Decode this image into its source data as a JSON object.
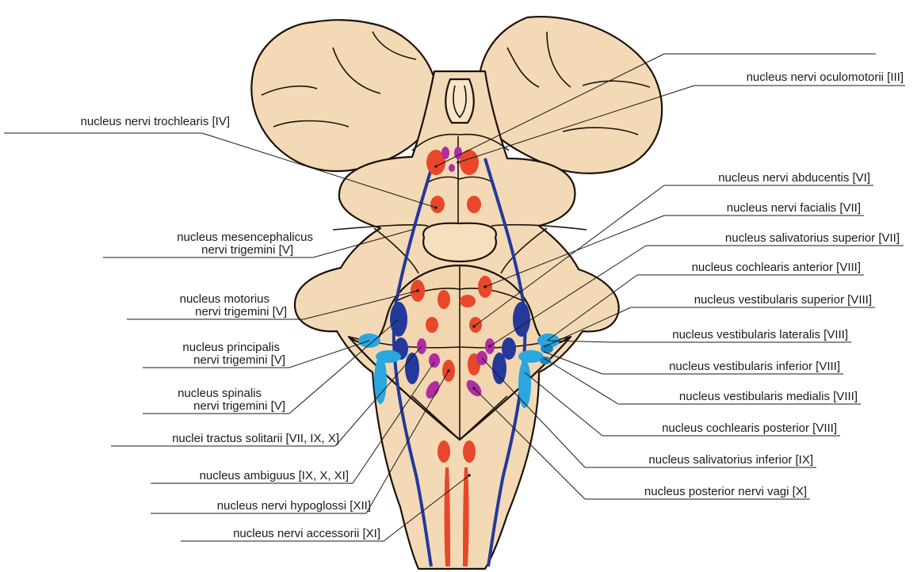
{
  "colors": {
    "tissue": "#f3d9b6",
    "motor_nucleus": "#e8472a",
    "parasympathetic_nucleus": "#b02ca0",
    "somatosensory_nucleus": "#233a9a",
    "vestibulocochlear_nucleus": "#2aa7df",
    "outline": "#1a1208"
  },
  "labels_left": [
    {
      "id": "trochlear",
      "lines": [
        "nucleus nervi trochlearis [IV]"
      ]
    },
    {
      "id": "mesencephalic",
      "lines": [
        "nucleus mesencephalicus",
        "nervi trigemini [V]"
      ]
    },
    {
      "id": "motor_trigeminal",
      "lines": [
        "nucleus motorius",
        "nervi trigemini [V]"
      ]
    },
    {
      "id": "principal_trigeminal",
      "lines": [
        "nucleus principalis",
        "nervi trigemini [V]"
      ]
    },
    {
      "id": "spinal_trigeminal",
      "lines": [
        "nucleus spinalis",
        "nervi trigemini [V]"
      ]
    },
    {
      "id": "solitary",
      "lines": [
        "nuclei tractus solitarii [VII, IX, X]"
      ]
    },
    {
      "id": "ambiguus",
      "lines": [
        "nucleus ambiguus [IX, X, XI]"
      ]
    },
    {
      "id": "hypoglossal",
      "lines": [
        "nucleus nervi hypoglossi [XII]"
      ]
    },
    {
      "id": "accessory",
      "lines": [
        "nucleus nervi accessorii [XI]"
      ]
    }
  ],
  "labels_right": [
    {
      "id": "oculomotor",
      "lines": [
        "nucleus nervi oculomotorii [III]"
      ]
    },
    {
      "id": "abducens",
      "lines": [
        "nucleus nervi abducentis [VI]"
      ]
    },
    {
      "id": "facial",
      "lines": [
        "nucleus nervi facialis [VII]"
      ]
    },
    {
      "id": "sup_salivatory",
      "lines": [
        "nucleus salivatorius superior [VII]"
      ]
    },
    {
      "id": "ant_cochlear",
      "lines": [
        "nucleus cochlearis anterior [VIII]"
      ]
    },
    {
      "id": "sup_vestibular",
      "lines": [
        "nucleus vestibularis superior [VIII]"
      ]
    },
    {
      "id": "lat_vestibular",
      "lines": [
        "nucleus vestibularis lateralis [VIII]"
      ]
    },
    {
      "id": "inf_vestibular",
      "lines": [
        "nucleus vestibularis inferior [VIII]"
      ]
    },
    {
      "id": "med_vestibular",
      "lines": [
        "nucleus vestibularis medialis [VIII]"
      ]
    },
    {
      "id": "post_cochlear",
      "lines": [
        "nucleus cochlearis posterior [VIII]"
      ]
    },
    {
      "id": "inf_salivatory",
      "lines": [
        "nucleus salivatorius inferior [IX]"
      ]
    },
    {
      "id": "post_vagus",
      "lines": [
        "nucleus posterior nervi vagi [X]"
      ]
    }
  ]
}
